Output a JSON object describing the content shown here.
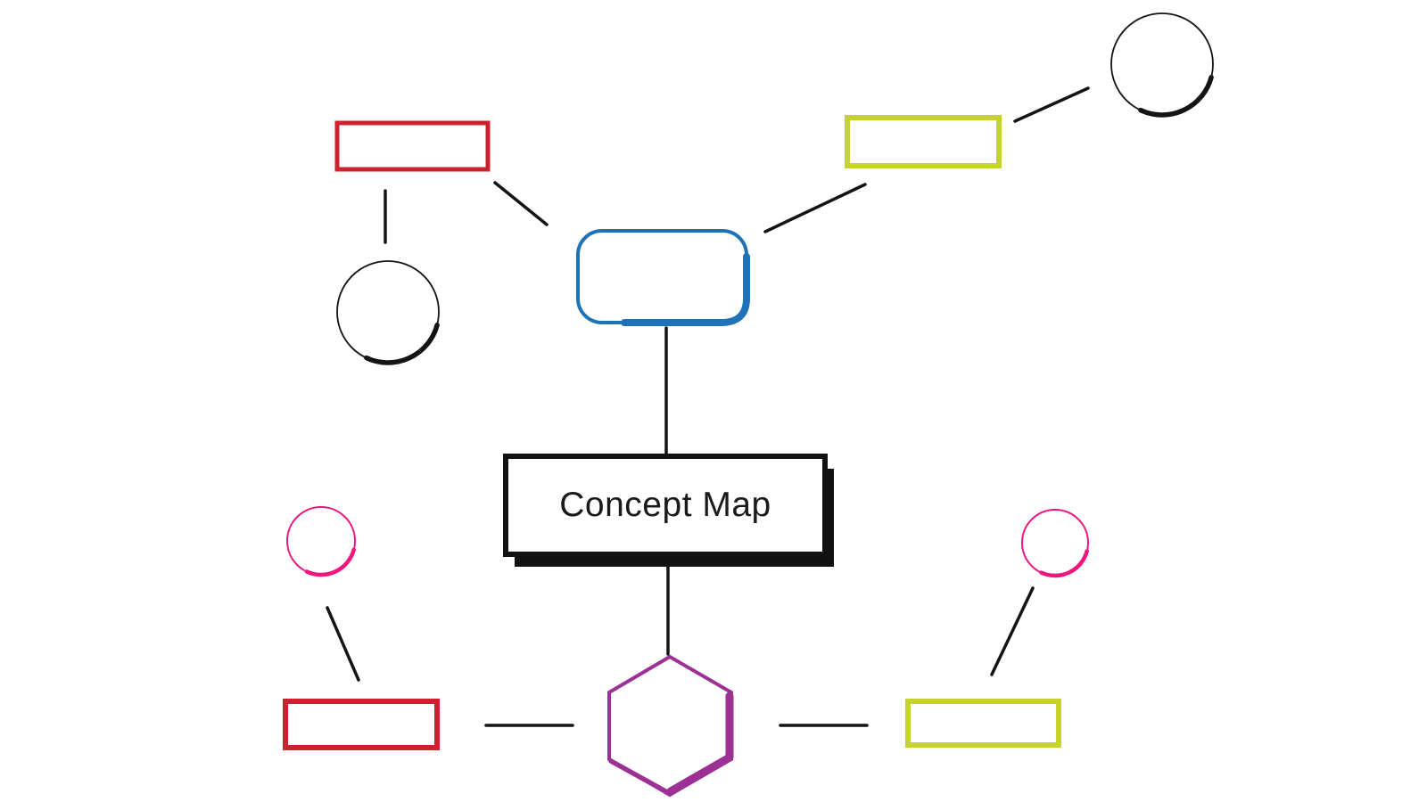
{
  "title": "Concept Map",
  "colors": {
    "red": "#ce2130",
    "yellow_green": "#c6d232",
    "blue": "#1e72b7",
    "purple": "#9c3095",
    "pink": "#f0157f",
    "black": "#141414",
    "box_border": "#111111",
    "box_shadow": "#111111",
    "fill": "#ffffff"
  },
  "nodes": [
    {
      "id": "center-box",
      "shape": "rectangle",
      "color": "black",
      "label": "Concept Map"
    },
    {
      "id": "blue-rounded-node",
      "shape": "rounded-rectangle",
      "color": "blue",
      "label": ""
    },
    {
      "id": "red-rect-top-left",
      "shape": "rectangle",
      "color": "red",
      "label": ""
    },
    {
      "id": "yellow-rect-top-right",
      "shape": "rectangle",
      "color": "yellow_green",
      "label": ""
    },
    {
      "id": "black-circle-left",
      "shape": "circle",
      "color": "black",
      "label": ""
    },
    {
      "id": "black-circle-top-right",
      "shape": "circle",
      "color": "black",
      "label": ""
    },
    {
      "id": "pink-circle-bottom-left",
      "shape": "circle",
      "color": "pink",
      "label": ""
    },
    {
      "id": "pink-circle-bottom-right",
      "shape": "circle",
      "color": "pink",
      "label": ""
    },
    {
      "id": "red-rect-bottom-left",
      "shape": "rectangle",
      "color": "red",
      "label": ""
    },
    {
      "id": "yellow-rect-bottom-right",
      "shape": "rectangle",
      "color": "yellow_green",
      "label": ""
    },
    {
      "id": "purple-hexagon",
      "shape": "hexagon",
      "color": "purple",
      "label": ""
    }
  ],
  "edges": [
    {
      "from": "red-rect-top-left",
      "to": "black-circle-left"
    },
    {
      "from": "red-rect-top-left",
      "to": "blue-rounded-node"
    },
    {
      "from": "blue-rounded-node",
      "to": "yellow-rect-top-right"
    },
    {
      "from": "yellow-rect-top-right",
      "to": "black-circle-top-right"
    },
    {
      "from": "blue-rounded-node",
      "to": "center-box"
    },
    {
      "from": "center-box",
      "to": "purple-hexagon"
    },
    {
      "from": "pink-circle-bottom-left",
      "to": "red-rect-bottom-left"
    },
    {
      "from": "red-rect-bottom-left",
      "to": "purple-hexagon"
    },
    {
      "from": "purple-hexagon",
      "to": "yellow-rect-bottom-right"
    },
    {
      "from": "pink-circle-bottom-right",
      "to": "yellow-rect-bottom-right"
    }
  ]
}
